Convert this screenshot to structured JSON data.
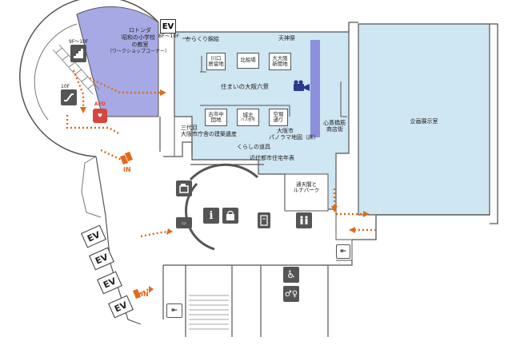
{
  "colors": {
    "exhibit_blue": "#cfe6f3",
    "rotunda_violet": "#a6a9e3",
    "divider_violet": "#8b8fdc",
    "route_orange": "#e06a1b",
    "icon_gray": "#555555",
    "wall": "#555555"
  },
  "rotunda": {
    "line1": "ロトンダ",
    "line2": "昭和の小学校",
    "line3": "の教室",
    "line4": "（ワークショップコーナー）"
  },
  "ev_top": {
    "label": "EV",
    "floors": "8F〜10F"
  },
  "exhibit_area": {
    "karakuri": "からくり錦絵",
    "tenjin": "天神祭",
    "center": "住まいの大阪六景",
    "heritage_l1": "三代目",
    "heritage_l2": "大阪市庁舎の建築遺産",
    "panorama_l1": "大阪市",
    "panorama_l2": "パノラマ地図（床）",
    "shinsaibashi_l1": "心斎橋筋",
    "shinsaibashi_l2": "商店街"
  },
  "scene_boxes": {
    "kawaguchi": "川口\n居留地",
    "kitasenba": "北船場",
    "taisho": "大大阪\n新開地",
    "furuichi": "古市中\n団地",
    "johoku": "城北",
    "johoku_sub": "バス住宅",
    "kuhaku": "空堀\n通り"
  },
  "corridor": {
    "kurashi": "くらしの道具",
    "kindai": "近代都市住宅年表",
    "tsutenkaku": "通天閣と\nルナパーク"
  },
  "special_room": "企画展示室",
  "rotunda_icons": {
    "floor_upper": "9F〜10F",
    "floor_lower": "10F",
    "aed": "AED"
  },
  "left_evs": [
    "EV",
    "EV",
    "EV",
    "EV"
  ],
  "entrances": {
    "in_top": "IN",
    "in_bottom": "IN"
  },
  "icons": {
    "info": "info-icon",
    "locker": "locker-icon",
    "ticket": "ticket-icon",
    "shop": "shop-icon",
    "coin_locker": "coin-locker-icon",
    "stroller": "rest-area-icon",
    "exit": "emergency-exit-icon",
    "accessible": "accessible-restroom-icon",
    "restroom": "restroom-icon",
    "camera": "video-camera-icon"
  }
}
